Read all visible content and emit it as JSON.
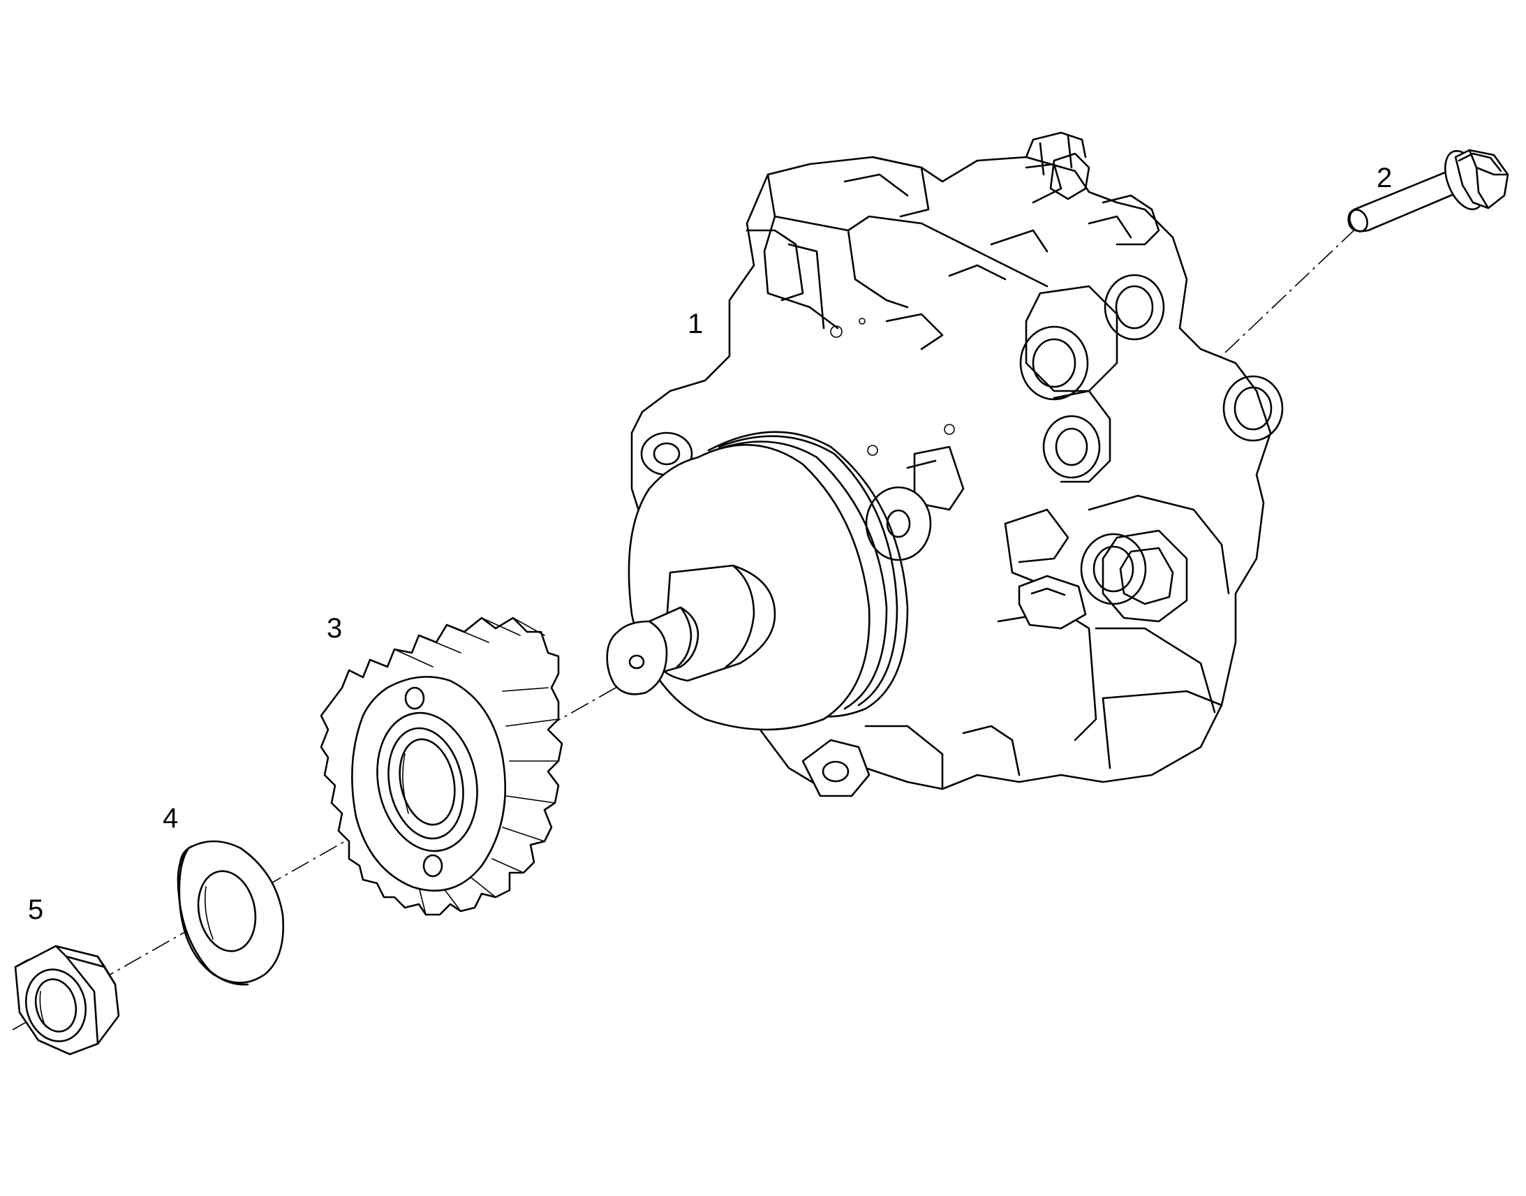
{
  "diagram": {
    "callouts": [
      {
        "id": "1",
        "label": "1",
        "part": "fuel-injection-pump"
      },
      {
        "id": "2",
        "label": "2",
        "part": "flange-bolt"
      },
      {
        "id": "3",
        "label": "3",
        "part": "drive-gear"
      },
      {
        "id": "4",
        "label": "4",
        "part": "washer"
      },
      {
        "id": "5",
        "label": "5",
        "part": "hex-nut"
      }
    ],
    "colors": {
      "ink": "#000000",
      "background": "#ffffff"
    }
  }
}
